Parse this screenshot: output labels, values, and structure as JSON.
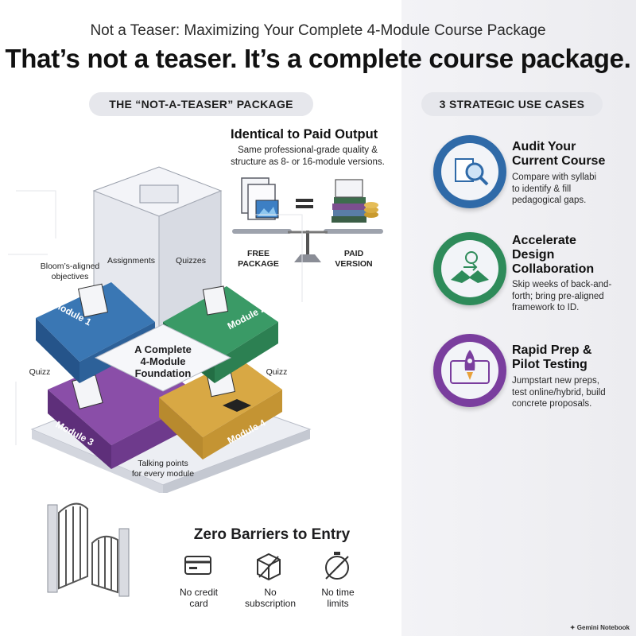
{
  "header": {
    "subtitle": "Not a Teaser: Maximizing Your Complete 4-Module Course Package",
    "headline": "That’s not a teaser. It’s a complete course package."
  },
  "left": {
    "pill": "THE “NOT-A-TEASER” PACKAGE",
    "identical": {
      "title": "Identical to Paid Output",
      "desc_line1": "Same professional-grade quality &",
      "desc_line2": "structure as 8- or 16-module versions.",
      "free_label_1": "FREE",
      "free_label_2": "PACKAGE",
      "paid_label_1": "PAID",
      "paid_label_2": "VERSION"
    },
    "puzzle": {
      "center_1": "A Complete",
      "center_2": "4-Module",
      "center_3": "Foundation",
      "module1": "Module 1",
      "module2": "Module 2",
      "module3": "Module 3",
      "module4": "Module 4",
      "assignments": "Assignments",
      "quizzes": "Quizzes",
      "blooms_1": "Bloom’s-aligned",
      "blooms_2": "objectives",
      "quiz_left": "Quizz",
      "quiz_right": "Quizz",
      "talking_1": "Talking points",
      "talking_2": "for every module"
    },
    "barriers": {
      "title": "Zero Barriers to Entry",
      "items": [
        {
          "icon": "credit-card-icon",
          "line1": "No credit",
          "line2": "card"
        },
        {
          "icon": "box-icon",
          "line1": "No",
          "line2": "subscription"
        },
        {
          "icon": "stopwatch-icon",
          "line1": "No time",
          "line2": "limits"
        }
      ]
    }
  },
  "right": {
    "pill": "3 STRATEGIC USE CASES",
    "cases": [
      {
        "icon": "magnifier-icon",
        "color": "#2f6aa8",
        "title_1": "Audit Your",
        "title_2": "Current Course",
        "title_3": "",
        "desc_1": "Compare with syllabi",
        "desc_2": "to identify & fill",
        "desc_3": "pedagogical gaps."
      },
      {
        "icon": "handshake-icon",
        "color": "#2e8b5a",
        "title_1": "Accelerate",
        "title_2": "Design",
        "title_3": "Collaboration",
        "desc_1": "Skip weeks of back-and-",
        "desc_2": "forth; bring pre-aligned",
        "desc_3": "framework to ID."
      },
      {
        "icon": "rocket-icon",
        "color": "#7a3e9e",
        "title_1": "Rapid Prep &",
        "title_2": "Pilot Testing",
        "title_3": "",
        "desc_1": "Jumpstart new preps,",
        "desc_2": "test online/hybrid, build",
        "desc_3": "concrete proposals."
      }
    ]
  },
  "footer": {
    "credit": "Gemini Notebook"
  },
  "colors": {
    "module1": "#2f6aa8",
    "module2": "#2e8b5a",
    "module3": "#7a3e9e",
    "module4": "#d4a23a",
    "pill_bg": "#e6e7ec"
  }
}
